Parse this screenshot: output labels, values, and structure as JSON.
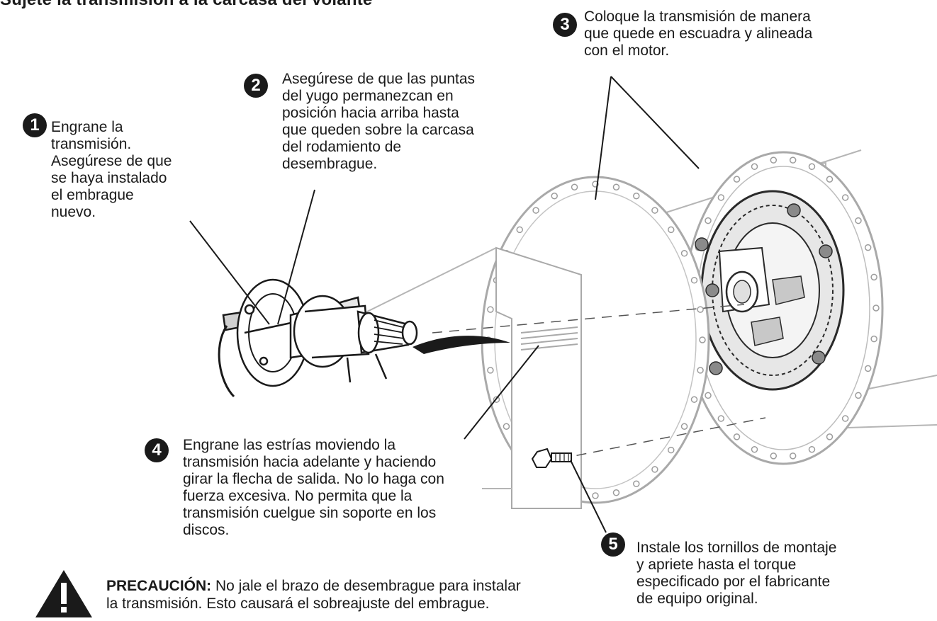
{
  "title": "Sujete la transmisión a la carcasa del volante",
  "steps": [
    {
      "num": "1",
      "lines": [
        "Engrane la",
        "transmisión.",
        "Asegúrese de que",
        "se haya instalado",
        "el embrague",
        "nuevo."
      ]
    },
    {
      "num": "2",
      "lines": [
        "Asegúrese de que las puntas",
        "del yugo permanezcan en",
        "posición hacia arriba hasta",
        "que queden sobre la carcasa",
        "del rodamiento de",
        "desembrague."
      ]
    },
    {
      "num": "3",
      "lines": [
        "Coloque la transmisión de manera",
        "que quede en escuadra y alineada",
        "con el motor."
      ]
    },
    {
      "num": "4",
      "lines": [
        "Engrane las estrías moviendo la",
        "transmisión hacia adelante y haciendo",
        "girar la flecha de salida. No lo haga con",
        "fuerza excesiva. No permita que la",
        "transmisión cuelgue sin soporte en los",
        "discos."
      ]
    },
    {
      "num": "5",
      "lines": [
        "Instale los tornillos de montaje",
        "y apriete hasta el torque",
        "especificado por el fabricante",
        "de equipo original."
      ]
    }
  ],
  "caution": {
    "label": "PRECAUCIÓN:",
    "line1": " No jale el brazo de desembrague para instalar",
    "line2": "la transmisión. Esto causará el sobreajuste del embrague.",
    "icon": "warning-exclamation-icon"
  }
}
